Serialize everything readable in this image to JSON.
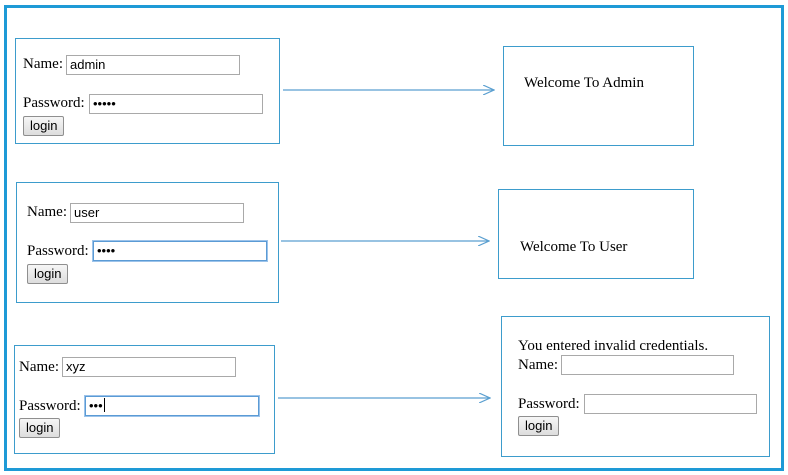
{
  "labels": {
    "name": "Name:",
    "password": "Password:",
    "login": "login"
  },
  "scenarios": [
    {
      "name_value": "admin",
      "password_dots": "•••••",
      "result_message": "Welcome To Admin"
    },
    {
      "name_value": "user",
      "password_dots": "••••",
      "result_message": "Welcome To User"
    },
    {
      "name_value": "xyz",
      "password_dots": "•••",
      "result_message": "You entered invalid credentials."
    }
  ],
  "error_form": {
    "name_value": "",
    "password_value": ""
  },
  "colors": {
    "frame": "#1e9ad6",
    "panel_border": "#3d9ccc",
    "arrow": "#5a9fd0"
  }
}
